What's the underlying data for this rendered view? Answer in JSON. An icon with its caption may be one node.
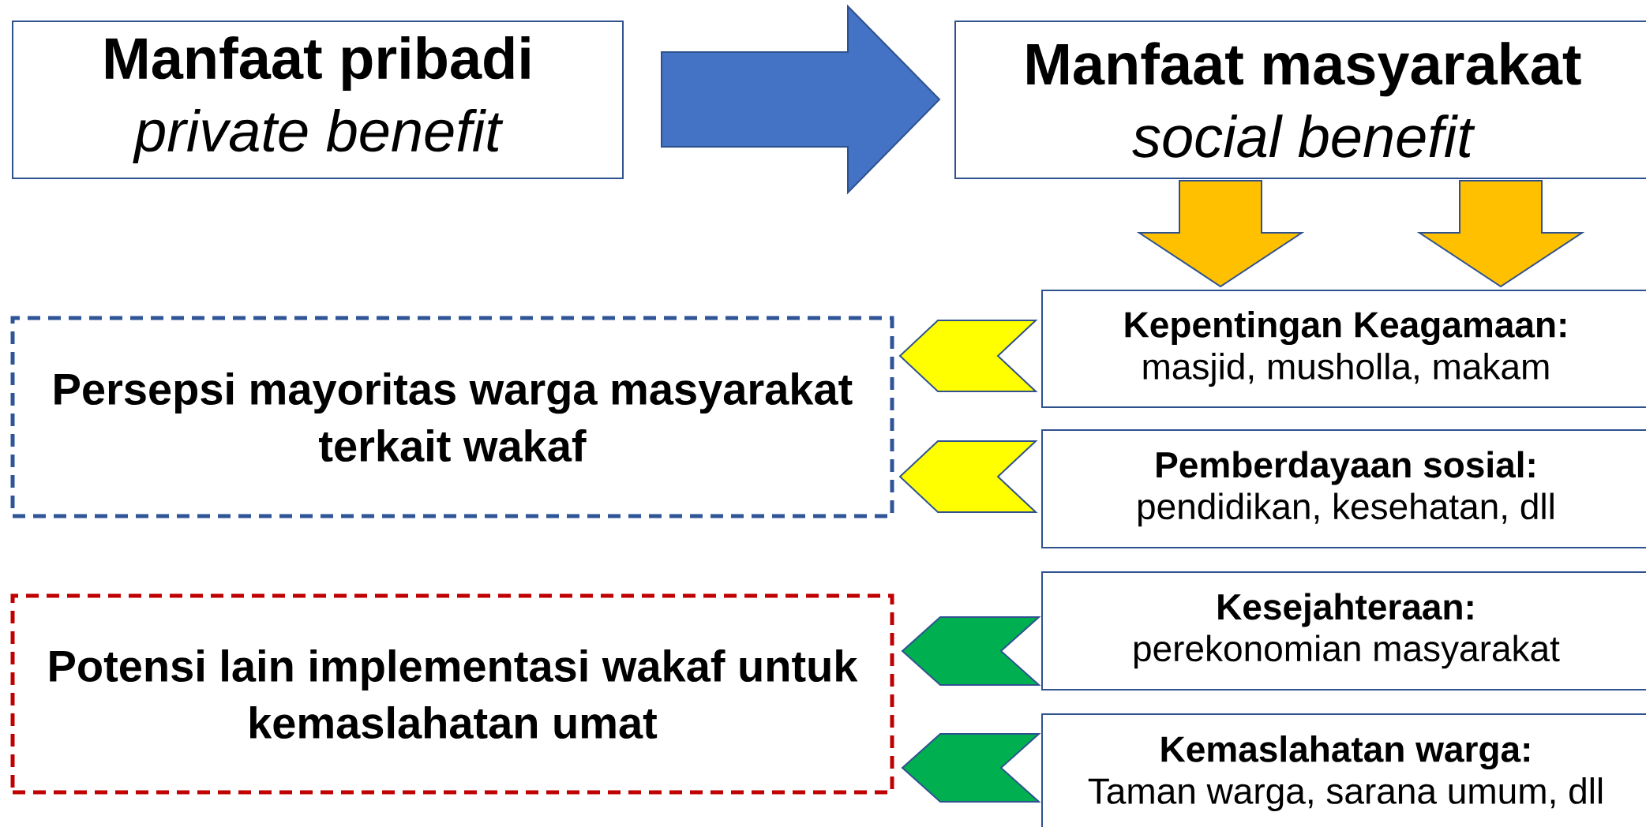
{
  "diagram": {
    "nodes": [
      {
        "text": [
          "Manfaat pribadi",
          "private benefit"
        ]
      },
      {
        "text": [
          "Manfaat masyarakat",
          "social benefit"
        ]
      },
      {
        "text": [
          "Persepsi mayoritas warga masyarakat terkait wakaf"
        ]
      },
      {
        "text": [
          "Potensi lain implementasi wakaf untuk kemaslahatan umat"
        ]
      },
      {
        "text": [
          "Kepentingan Keagamaan:",
          "masjid, musholla, makam"
        ]
      },
      {
        "text": [
          "Pemberdayaan sosial:",
          "pendidikan, kesehatan, dll"
        ]
      },
      {
        "text": [
          "Kesejahteraan:",
          "perekonomian masyarakat"
        ]
      },
      {
        "text": [
          "Kemaslahatan warga:",
          "Taman warga, sarana umum, dll"
        ]
      }
    ],
    "edges": [
      {
        "from": 0,
        "to": 1,
        "arrow": "to",
        "color": "#4472c4"
      },
      {
        "from": 1,
        "to": 4,
        "arrow": "to",
        "color": "#ffc000"
      },
      {
        "from": 1,
        "to": 4,
        "arrow": "to",
        "color": "#ffc000"
      },
      {
        "from": 4,
        "to": 2,
        "arrow": "to",
        "color": "#ffff00"
      },
      {
        "from": 5,
        "to": 2,
        "arrow": "to",
        "color": "#ffff00"
      },
      {
        "from": 6,
        "to": 3,
        "arrow": "to",
        "color": "#00b050"
      },
      {
        "from": 7,
        "to": 3,
        "arrow": "to",
        "color": "#00b050"
      }
    ]
  }
}
